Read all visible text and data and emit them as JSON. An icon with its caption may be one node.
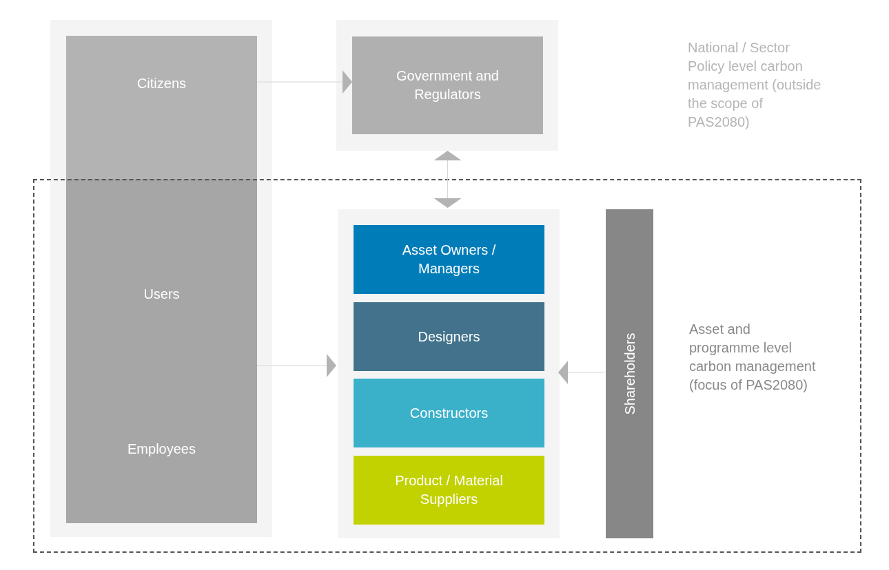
{
  "diagram": {
    "nodes": [
      {
        "text": [
          "Citizens",
          "Users",
          "Employees"
        ]
      },
      {
        "text": [
          "Government and Regulators"
        ]
      },
      {
        "text": [
          "Asset and programme level carbon management (focus of PAS2080)"
        ]
      },
      {
        "text": [],
        "shape": "box",
        "in": 2
      },
      {
        "text": [
          "Asset Owners / Managers"
        ],
        "in": 3
      },
      {
        "text": [
          "Designers"
        ],
        "in": 3
      },
      {
        "text": [
          "Constructors"
        ],
        "in": 3
      },
      {
        "text": [
          "Product / Material Suppliers"
        ],
        "in": 3
      },
      {
        "text": [
          "Shareholders"
        ],
        "in": 2
      }
    ],
    "edges": [
      {
        "from": 0,
        "to": 1,
        "arrow": "to"
      },
      {
        "from": 1,
        "to": 3,
        "arrow": "both"
      },
      {
        "from": 0,
        "to": 3,
        "arrow": "to"
      },
      {
        "from": 8,
        "to": 3,
        "arrow": "to"
      }
    ],
    "labels": [
      "National / Sector Policy level carbon management (outside the scope of PAS2080)"
    ]
  }
}
